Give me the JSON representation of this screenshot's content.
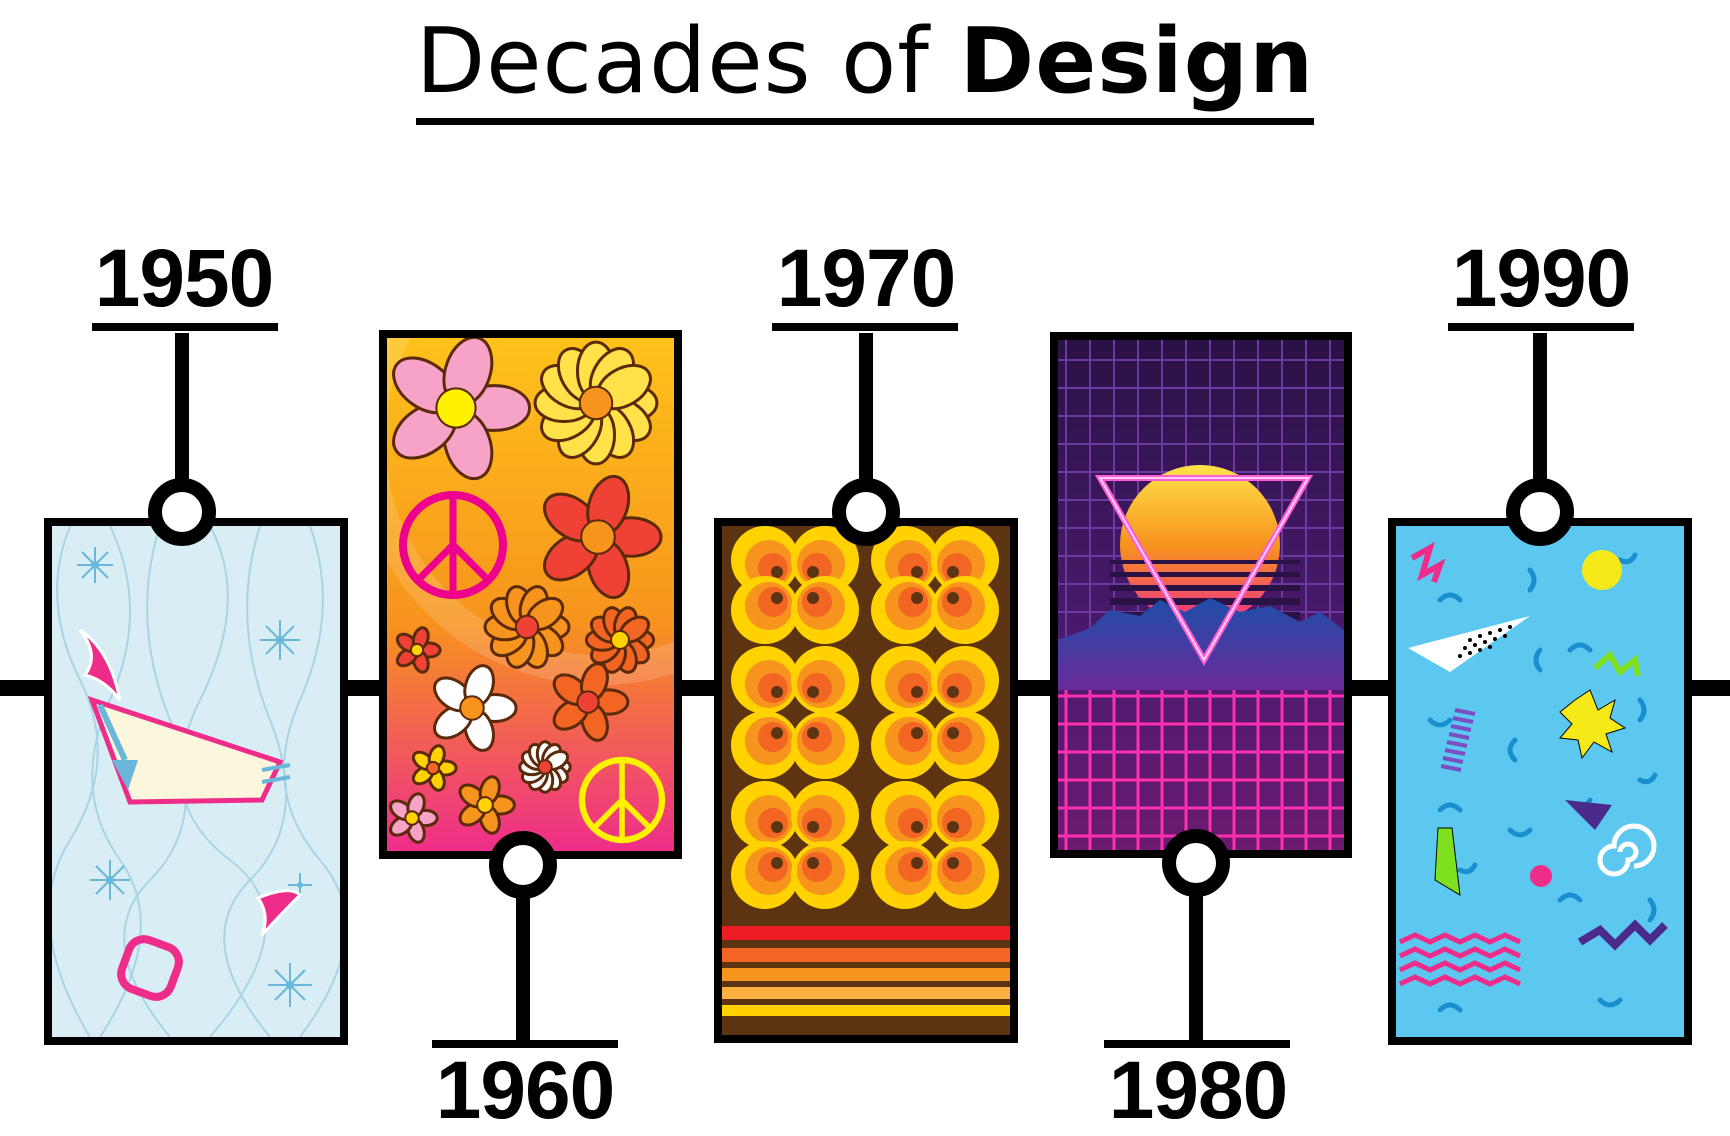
{
  "title": {
    "regular": "Decades of ",
    "bold": "Design"
  },
  "decades": [
    {
      "year": "1950",
      "label_position": "top",
      "theme": "atomic-age"
    },
    {
      "year": "1960",
      "label_position": "bottom",
      "theme": "flower-power"
    },
    {
      "year": "1970",
      "label_position": "top",
      "theme": "retro-circles"
    },
    {
      "year": "1980",
      "label_position": "bottom",
      "theme": "synthwave"
    },
    {
      "year": "1990",
      "label_position": "top",
      "theme": "memphis"
    }
  ],
  "colors": {
    "line": "#000000",
    "bg_1950": "#d8eef4",
    "bg_1970": "#5c3412",
    "bg_1980": "#2a1245",
    "bg_1990": "#5cc8f0",
    "pink": "#ee2d8a",
    "orange": "#f58220",
    "yellow": "#ffd200"
  }
}
